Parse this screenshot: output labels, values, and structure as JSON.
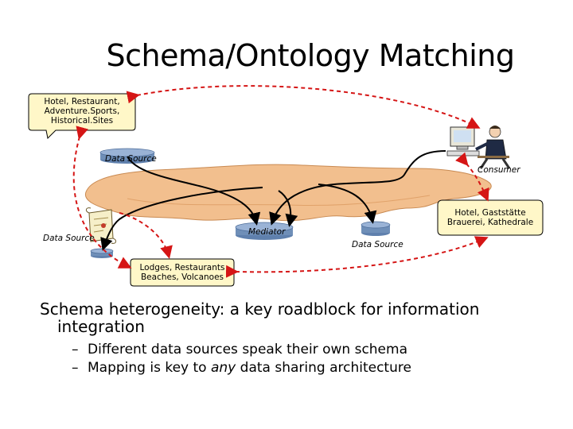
{
  "slide": {
    "title": "Schema/Ontology Matching",
    "bubbles": {
      "top_left": [
        "Hotel, Restaurant,",
        "Adventure.Sports,",
        "Historical.Sites"
      ],
      "right": [
        "Hotel, Gaststätte",
        "Brauerei, Kathedrale"
      ],
      "bottom": [
        "Lodges, Restaurants",
        "Beaches, Volcanoes"
      ]
    },
    "labels": {
      "data_source_top": "Data Source",
      "data_source_left": "Data Source",
      "data_source_right": "Data Source",
      "consumer": "Consumer",
      "mediator": "Mediator"
    },
    "body": {
      "headline_line1": "Schema heterogeneity: a key roadblock for information",
      "headline_line2": "integration",
      "bullet_dash": "–",
      "bullet1": "Different data sources speak their own schema",
      "bullet2_pre": "Mapping is key to ",
      "bullet2_em": "any",
      "bullet2_post": " data sharing architecture"
    },
    "colors": {
      "cloud": "#f2bf8e",
      "cloud_edge": "#c98a52",
      "bubble_fill": "#fff7c8",
      "disk": "#6f8fb8",
      "arrow_dashed": "#d51515",
      "line_dark": "#000000"
    }
  }
}
